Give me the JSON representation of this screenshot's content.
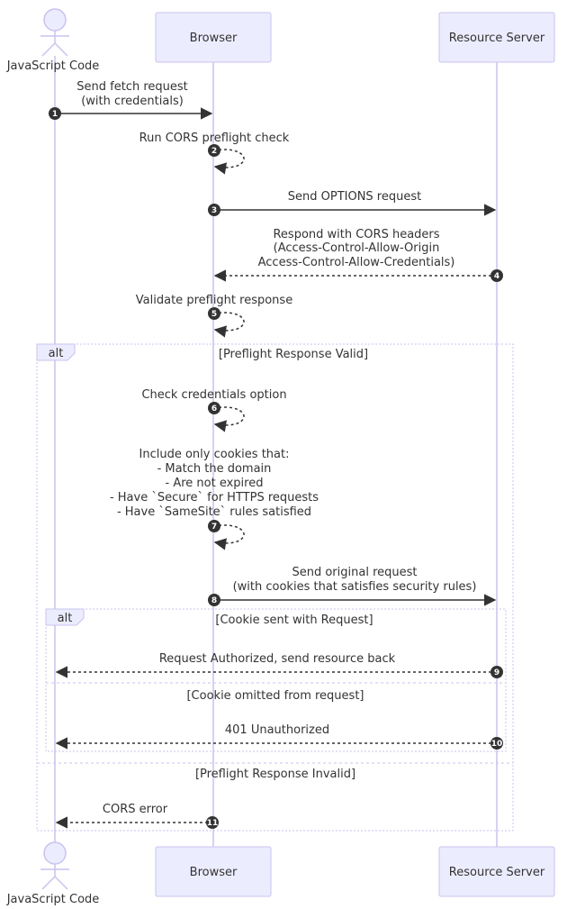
{
  "participants": [
    {
      "id": "js",
      "label": "JavaScript Code",
      "kind": "actor"
    },
    {
      "id": "browser",
      "label": "Browser",
      "kind": "box"
    },
    {
      "id": "server",
      "label": "Resource Server",
      "kind": "box"
    }
  ],
  "messages": [
    {
      "num": "1",
      "lines": [
        "Send fetch request",
        "(with credentials)"
      ]
    },
    {
      "num": "2",
      "lines": [
        "Run CORS preflight check"
      ]
    },
    {
      "num": "3",
      "lines": [
        "Send OPTIONS request"
      ]
    },
    {
      "num": "4",
      "lines": [
        "Respond with CORS headers",
        "(Access-Control-Allow-Origin",
        "Access-Control-Allow-Credentials)"
      ]
    },
    {
      "num": "5",
      "lines": [
        "Validate preflight response"
      ]
    },
    {
      "num": "6",
      "lines": [
        "Check credentials option"
      ]
    },
    {
      "num": "7",
      "lines": [
        "Include only cookies that:",
        "- Match the domain",
        "- Are not expired",
        "- Have `Secure` for HTTPS requests",
        "- Have `SameSite` rules satisfied"
      ]
    },
    {
      "num": "8",
      "lines": [
        "Send original request",
        "(with cookies that satisfies security rules)"
      ]
    },
    {
      "num": "9",
      "lines": [
        "Request Authorized, send resource back"
      ]
    },
    {
      "num": "10",
      "lines": [
        "401 Unauthorized"
      ]
    },
    {
      "num": "11",
      "lines": [
        "CORS error"
      ]
    }
  ],
  "frames": [
    {
      "keyword": "alt",
      "conditions": [
        "[Preflight Response Valid]",
        "[Preflight Response Invalid]"
      ]
    },
    {
      "keyword": "alt",
      "conditions": [
        "[Cookie sent with Request]",
        "[Cookie omitted from request]"
      ]
    }
  ]
}
